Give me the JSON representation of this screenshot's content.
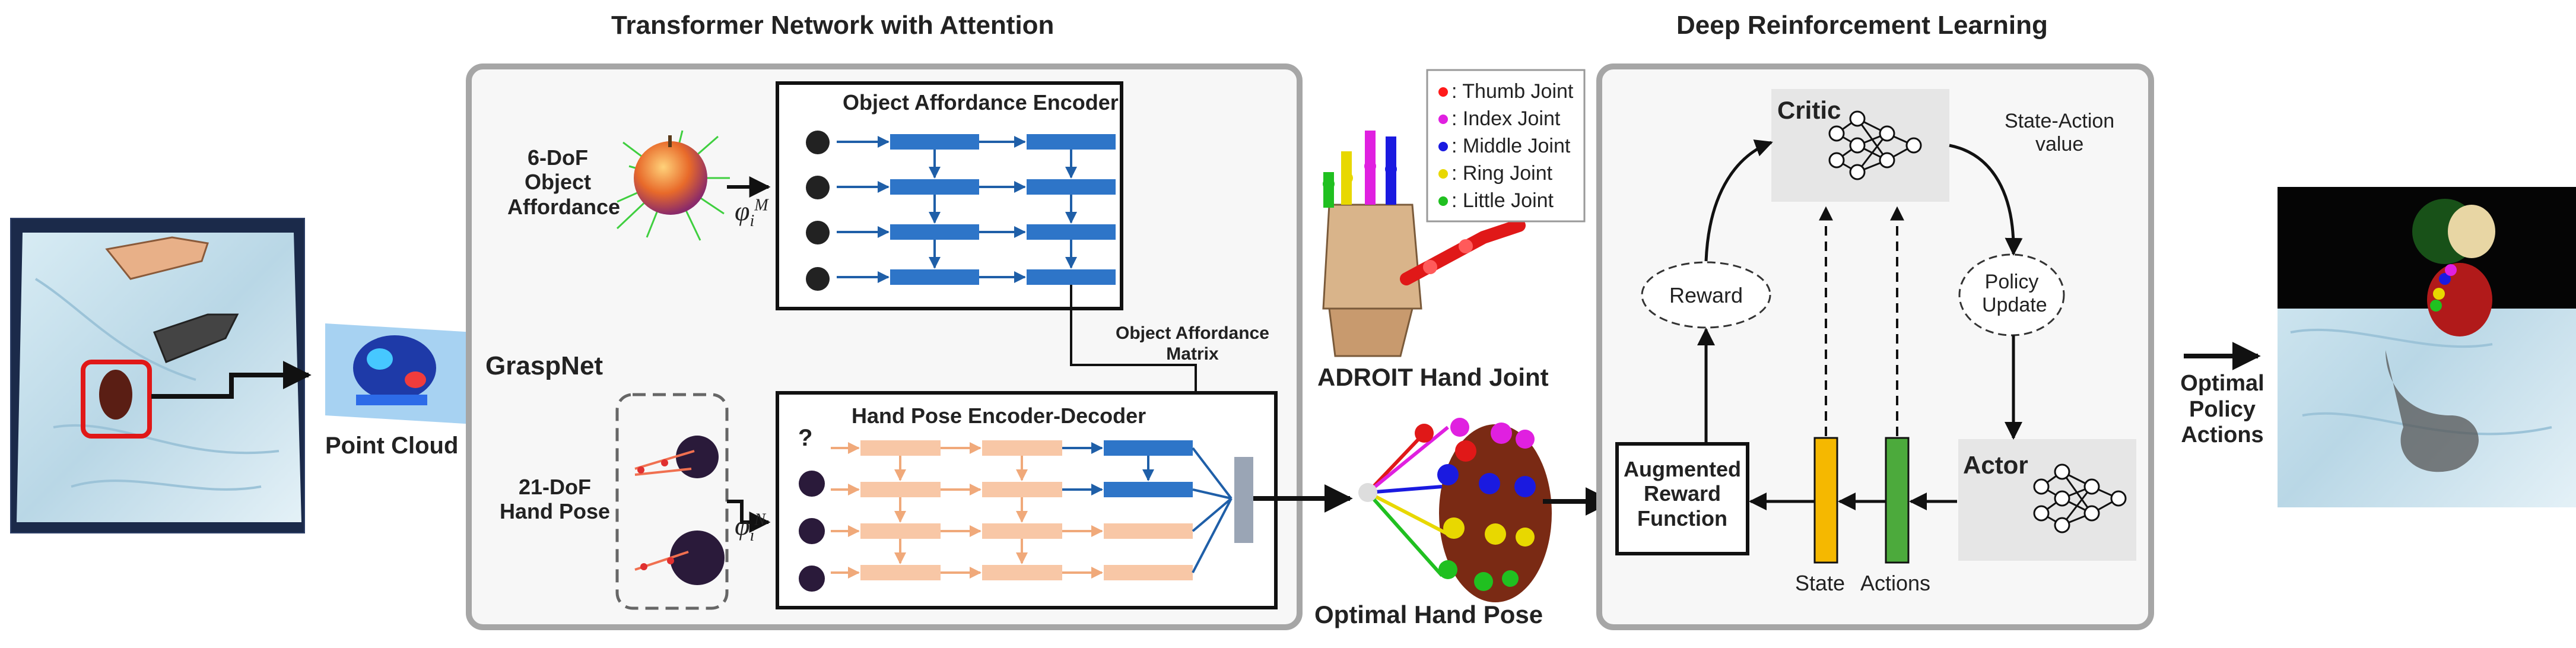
{
  "titles": {
    "transformer": "Transformer Network with Attention",
    "drl": "Deep Reinforcement Learning"
  },
  "labels": {
    "point_cloud": "Point Cloud",
    "graspnet": "GraspNet",
    "object_affordance_l1": "6-DoF",
    "object_affordance_l2": "Object",
    "object_affordance_l3": "Affordance",
    "hand_pose_l1": "21-DoF",
    "hand_pose_l2": "Hand Pose",
    "phi_m": "φ",
    "phi_m_sub": "i",
    "phi_m_sup": "M",
    "phi_n": "φ",
    "phi_n_sub": "i",
    "phi_n_sup": "N",
    "object_affordance_encoder": "Object Affordance Encoder",
    "hand_pose_encoder_decoder": "Hand Pose Encoder-Decoder",
    "object_affordance_matrix_l1": "Object Affordance",
    "object_affordance_matrix_l2": "Matrix",
    "question_mark": "?",
    "adroit_hand_joint": "ADROIT Hand Joint",
    "optimal_hand_pose": "Optimal Hand Pose",
    "critic": "Critic",
    "actor": "Actor",
    "state_action_value_l1": "State-Action",
    "state_action_value_l2": "value",
    "policy_update_l1": "Policy",
    "policy_update_l2": "Update",
    "reward": "Reward",
    "augmented_l1": "Augmented",
    "augmented_l2": "Reward",
    "augmented_l3": "Function",
    "state": "State",
    "actions": "Actions",
    "optimal_policy_l1": "Optimal",
    "optimal_policy_l2": "Policy",
    "optimal_policy_l3": "Actions"
  },
  "legend": [
    {
      "label": ": Thumb Joint",
      "color": "#ff1a1a"
    },
    {
      "label": ": Index Joint",
      "color": "#e020e0"
    },
    {
      "label": ": Middle Joint",
      "color": "#1a1ae0"
    },
    {
      "label": ": Ring Joint",
      "color": "#e8d800"
    },
    {
      "label": ": Little Joint",
      "color": "#20c020"
    }
  ],
  "colors": {
    "encoder_block": "#2e75c8",
    "decoder_block": "#f8c7a6",
    "state_bar": "#f5b800",
    "actions_bar": "#4caa3c",
    "panel_border": "#a6a6a6",
    "node_box": "#e6e6e6"
  }
}
